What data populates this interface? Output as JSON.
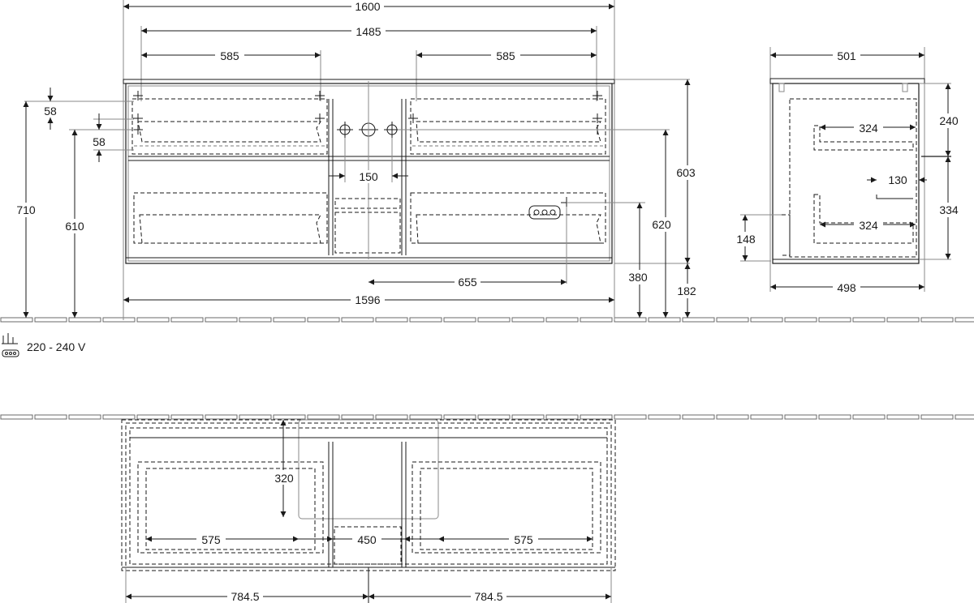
{
  "front_view": {
    "overall_width": "1600",
    "inner_width": "1485",
    "left_drawer_width": "585",
    "right_drawer_width": "585",
    "drawer_offset_top": "58",
    "drawer_offset_second": "58",
    "tap_spacing": "150",
    "total_height": "710",
    "height_610": "610",
    "height_603": "603",
    "height_620": "620",
    "outlet_offset": "655",
    "outlet_height": "380",
    "floor_clearance": "182",
    "bottom_width": "1596"
  },
  "side_view": {
    "depth_top": "501",
    "depth_bottom": "498",
    "upper_drawer_depth": "324",
    "lower_drawer_depth": "324",
    "upper_height": "240",
    "lower_height": "334",
    "gap": "130",
    "side_148": "148"
  },
  "power": {
    "label": "220 - 240 V"
  },
  "top_view": {
    "drawer_depth": "320",
    "left_width": "575",
    "middle_width": "450",
    "right_width": "575",
    "left_half": "784.5",
    "right_half": "784.5"
  }
}
